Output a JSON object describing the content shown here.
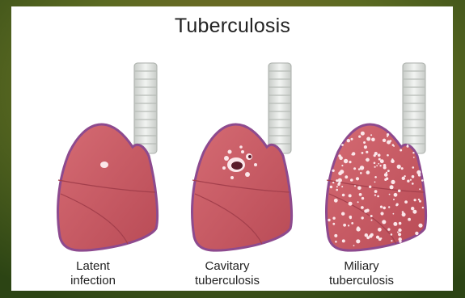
{
  "title": "Tuberculosis",
  "panels": [
    {
      "line1": "Latent",
      "line2": "infection"
    },
    {
      "line1": "Cavitary",
      "line2": "tuberculosis"
    },
    {
      "line1": "Miliary",
      "line2": "tuberculosis"
    }
  ],
  "colors": {
    "lung_fill": "#c55a62",
    "lung_outline": "#8d4a8e",
    "trachea": "#e3e6e3",
    "lesion": "#fbe7ea",
    "background_outer": "#3e5a1c"
  }
}
